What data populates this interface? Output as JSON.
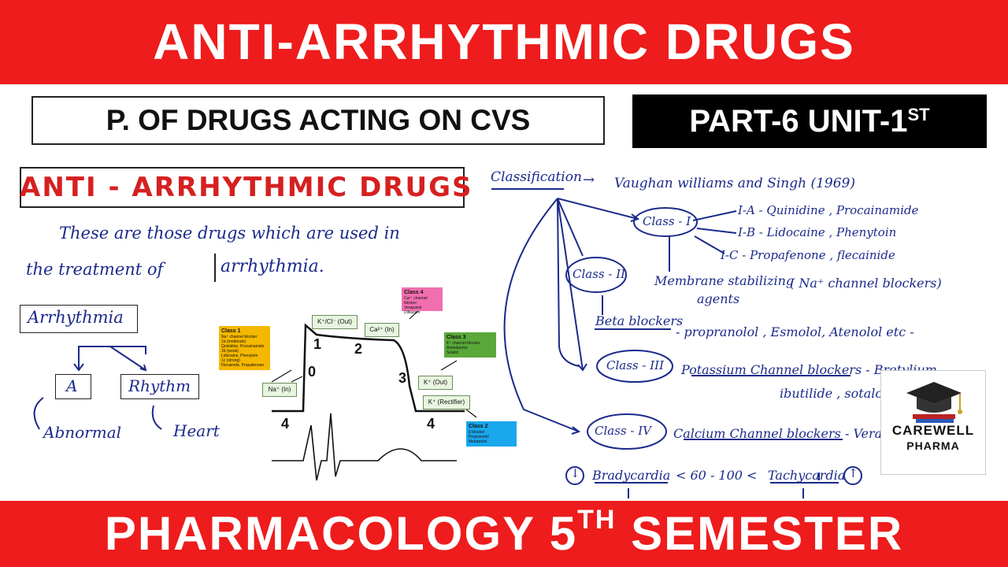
{
  "header": {
    "title": "ANTI-ARRHYTHMIC  DRUGS",
    "subtitle": "P. OF DRUGS ACTING ON CVS",
    "part_badge_main": "PART-6 UNIT-1",
    "part_badge_sup": "ST"
  },
  "notes_left": {
    "title": "ANTI - ARRHYTHMIC DRUGS",
    "definition_line1": "These are those drugs which are used in",
    "definition_line2_a": "the  treatment   of",
    "definition_line2_b": "arrhythmia.",
    "arrhythmia_label": "Arrhythmia",
    "a_label": "A",
    "rhythm_label": "Rhythm",
    "abnormal_label": "Abnormal",
    "heart_label": "Heart"
  },
  "action_potential": {
    "phase_labels": [
      "0",
      "1",
      "2",
      "3",
      "4",
      "4"
    ],
    "ions": {
      "na_in": "Na⁺ (In)",
      "k_cl_out": "K⁺/Cl⁻ (Out)",
      "ca_in": "Ca²⁺ (In)",
      "k_out": "K⁺ (Out)",
      "k_rectifier": "K⁺ (Rectifier)"
    },
    "class1": {
      "title": "Class 1",
      "subtitle": "Na⁺ channel blocker",
      "lines": [
        "1a (moderate)",
        "Quinidine, Procainamide",
        "1b (weak)",
        "Lidocaine, Phenytoin",
        "1c (strong)",
        "Flecainide, Propafenone"
      ],
      "color": "#f5b800"
    },
    "class2": {
      "title": "Class 2",
      "subtitle": "β blocker",
      "lines": [
        "Propranolol",
        "Metoprolol"
      ],
      "color": "#1aa7ec"
    },
    "class3": {
      "title": "Class 3",
      "subtitle": "K⁺ channel blocker",
      "lines": [
        "Amiodarone",
        "Sotalol"
      ],
      "color": "#5aa83a"
    },
    "class4": {
      "title": "Class 4",
      "subtitle": "Ca²⁺ channel blocker",
      "lines": [
        "Verapamil",
        "Diltiazem"
      ],
      "color": "#f06fb0"
    }
  },
  "notes_right": {
    "classification": "Classification",
    "arrow": "→",
    "vaughan": "Vaughan williams and Singh (1969)",
    "class1": "Class - I",
    "class1_ia": "I-A - Quinidine , Procainamide",
    "class1_ib": "I-B - Lidocaine , Phenytoin",
    "class1_ic": "I-C - Propafenone , flecainide",
    "class2": "Class - II",
    "membrane_1": "Membrane stabilizing",
    "membrane_2": "agents",
    "na_blockers": "( Na⁺ channel blockers)",
    "beta_blockers": "Beta blockers",
    "beta_drugs": "- propranolol , Esmolol,  Atenolol  etc -",
    "class3": "Class - III",
    "potassium": "Potassium Channel blockers - Bretylium",
    "class3_drugs": "ibutilide ,  sotalol",
    "class4": "Class - IV",
    "calcium": "Calcium Channel blockers - Vera",
    "brady_arrow": "↓",
    "bradycardia": "Bradycardia",
    "range": "< 60 - 100 <",
    "tachycardia": "Tachycardia",
    "tachy_arrow": "↑"
  },
  "logo": {
    "line1": "CAREWELL",
    "line2": "PHARMA"
  },
  "footer": {
    "text_main": "PHARMACOLOGY  5",
    "text_sup": "TH",
    "text_end": " SEMESTER"
  },
  "colors": {
    "banner_red": "#ee1c1c",
    "ink_blue": "#1b2a8a",
    "title_red": "#d62020"
  }
}
